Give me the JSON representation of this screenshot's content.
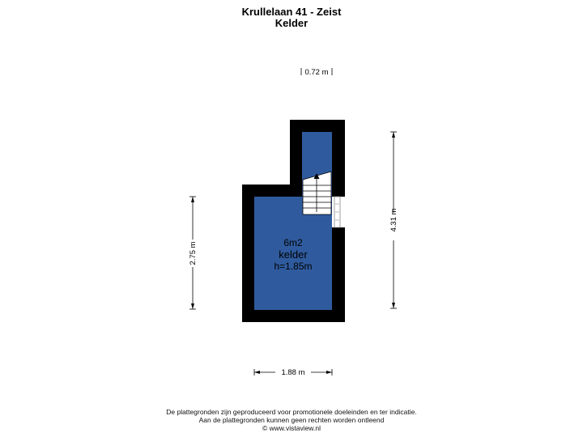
{
  "header": {
    "title": "Krullelaan 41 - Zeist",
    "subtitle": "Kelder"
  },
  "room": {
    "area": "6m2",
    "name": "kelder",
    "height": "h=1.85m"
  },
  "dimensions": {
    "top": "0.72 m",
    "right": "4.31 m",
    "left": "2.75 m",
    "bottom": "1.88 m"
  },
  "colors": {
    "room_fill": "#2f5b9e",
    "wall": "#000000",
    "stair_fill": "#ffffff"
  },
  "footer": {
    "line1": "De plattegronden zijn geproduceerd voor promotionele doeleinden en ter indicatie.",
    "line2": "Aan de plattegronden kunnen geen rechten worden ontleend",
    "line3": "© www.vistaview.nl"
  }
}
